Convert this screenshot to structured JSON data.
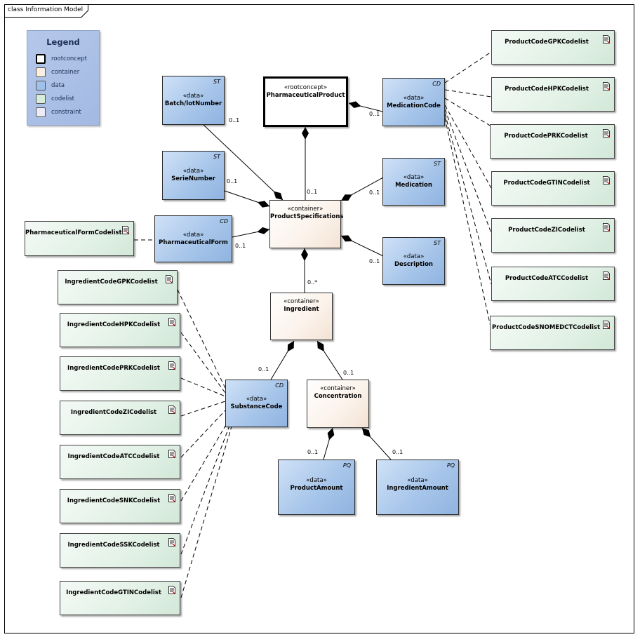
{
  "frame": {
    "title": "class Information Model"
  },
  "legend": {
    "title": "Legend",
    "items": [
      {
        "label": "rootconcept",
        "color": "#ffffff"
      },
      {
        "label": "container",
        "color": "#fbeee3"
      },
      {
        "label": "data",
        "color": "#9fc0ea"
      },
      {
        "label": "codelist",
        "color": "#d8ecdc"
      },
      {
        "label": "constraint",
        "color": "#ebecf8"
      }
    ]
  },
  "classes": {
    "pharmaceutical_product": {
      "stereotype": "«rootconcept»",
      "name": "PharmaceuticalProduct"
    },
    "batch_lot_number": {
      "stereotype": "«data»",
      "name": "Batch/lotNumber",
      "type": "ST"
    },
    "medication_code": {
      "stereotype": "«data»",
      "name": "MedicationCode",
      "type": "CD"
    },
    "serie_number": {
      "stereotype": "«data»",
      "name": "SerieNumber",
      "type": "ST"
    },
    "medication": {
      "stereotype": "«data»",
      "name": "Medication",
      "type": "ST"
    },
    "product_specifications": {
      "stereotype": "«container»",
      "name": "ProductSpecifications"
    },
    "pharmaceutical_form": {
      "stereotype": "«data»",
      "name": "PharmaceuticalForm",
      "type": "CD"
    },
    "description": {
      "stereotype": "«data»",
      "name": "Description",
      "type": "ST"
    },
    "ingredient": {
      "stereotype": "«container»",
      "name": "Ingredient"
    },
    "substance_code": {
      "stereotype": "«data»",
      "name": "SubstanceCode",
      "type": "CD"
    },
    "concentration": {
      "stereotype": "«container»",
      "name": "Concentration"
    },
    "product_amount": {
      "stereotype": "«data»",
      "name": "ProductAmount",
      "type": "PQ"
    },
    "ingredient_amount": {
      "stereotype": "«data»",
      "name": "IngredientAmount",
      "type": "PQ"
    }
  },
  "codelists": {
    "pharmaceutical_form": "PharmaceuticalFormCodelist",
    "product": [
      "ProductCodeGPKCodelist",
      "ProductCodeHPKCodelist",
      "ProductCodePRKCodelist",
      "ProductCodeGTINCodelist",
      "ProductCodeZICodelist",
      "ProductCodeATCCodelist",
      "ProductCodeSNOMEDCTCodelist"
    ],
    "ingredient": [
      "IngredientCodeGPKCodelist",
      "IngredientCodeHPKCodelist",
      "IngredientCodePRKCodelist",
      "IngredientCodeZICodelist",
      "IngredientCodeATCCodelist",
      "IngredientCodeSNKCodelist",
      "IngredientCodeSSKCodelist",
      "IngredientCodeGTINCodelist"
    ]
  },
  "multiplicities": {
    "batch": "0..1",
    "medication_code": "0..1",
    "serie": "0..1",
    "spec_root": "0..1",
    "medication": "0..1",
    "form": "0..1",
    "description": "0..1",
    "ingredient": "0..*",
    "substance": "0..1",
    "concentration": "0..1",
    "product_amount": "0..1",
    "ingredient_amount": "0..1"
  }
}
